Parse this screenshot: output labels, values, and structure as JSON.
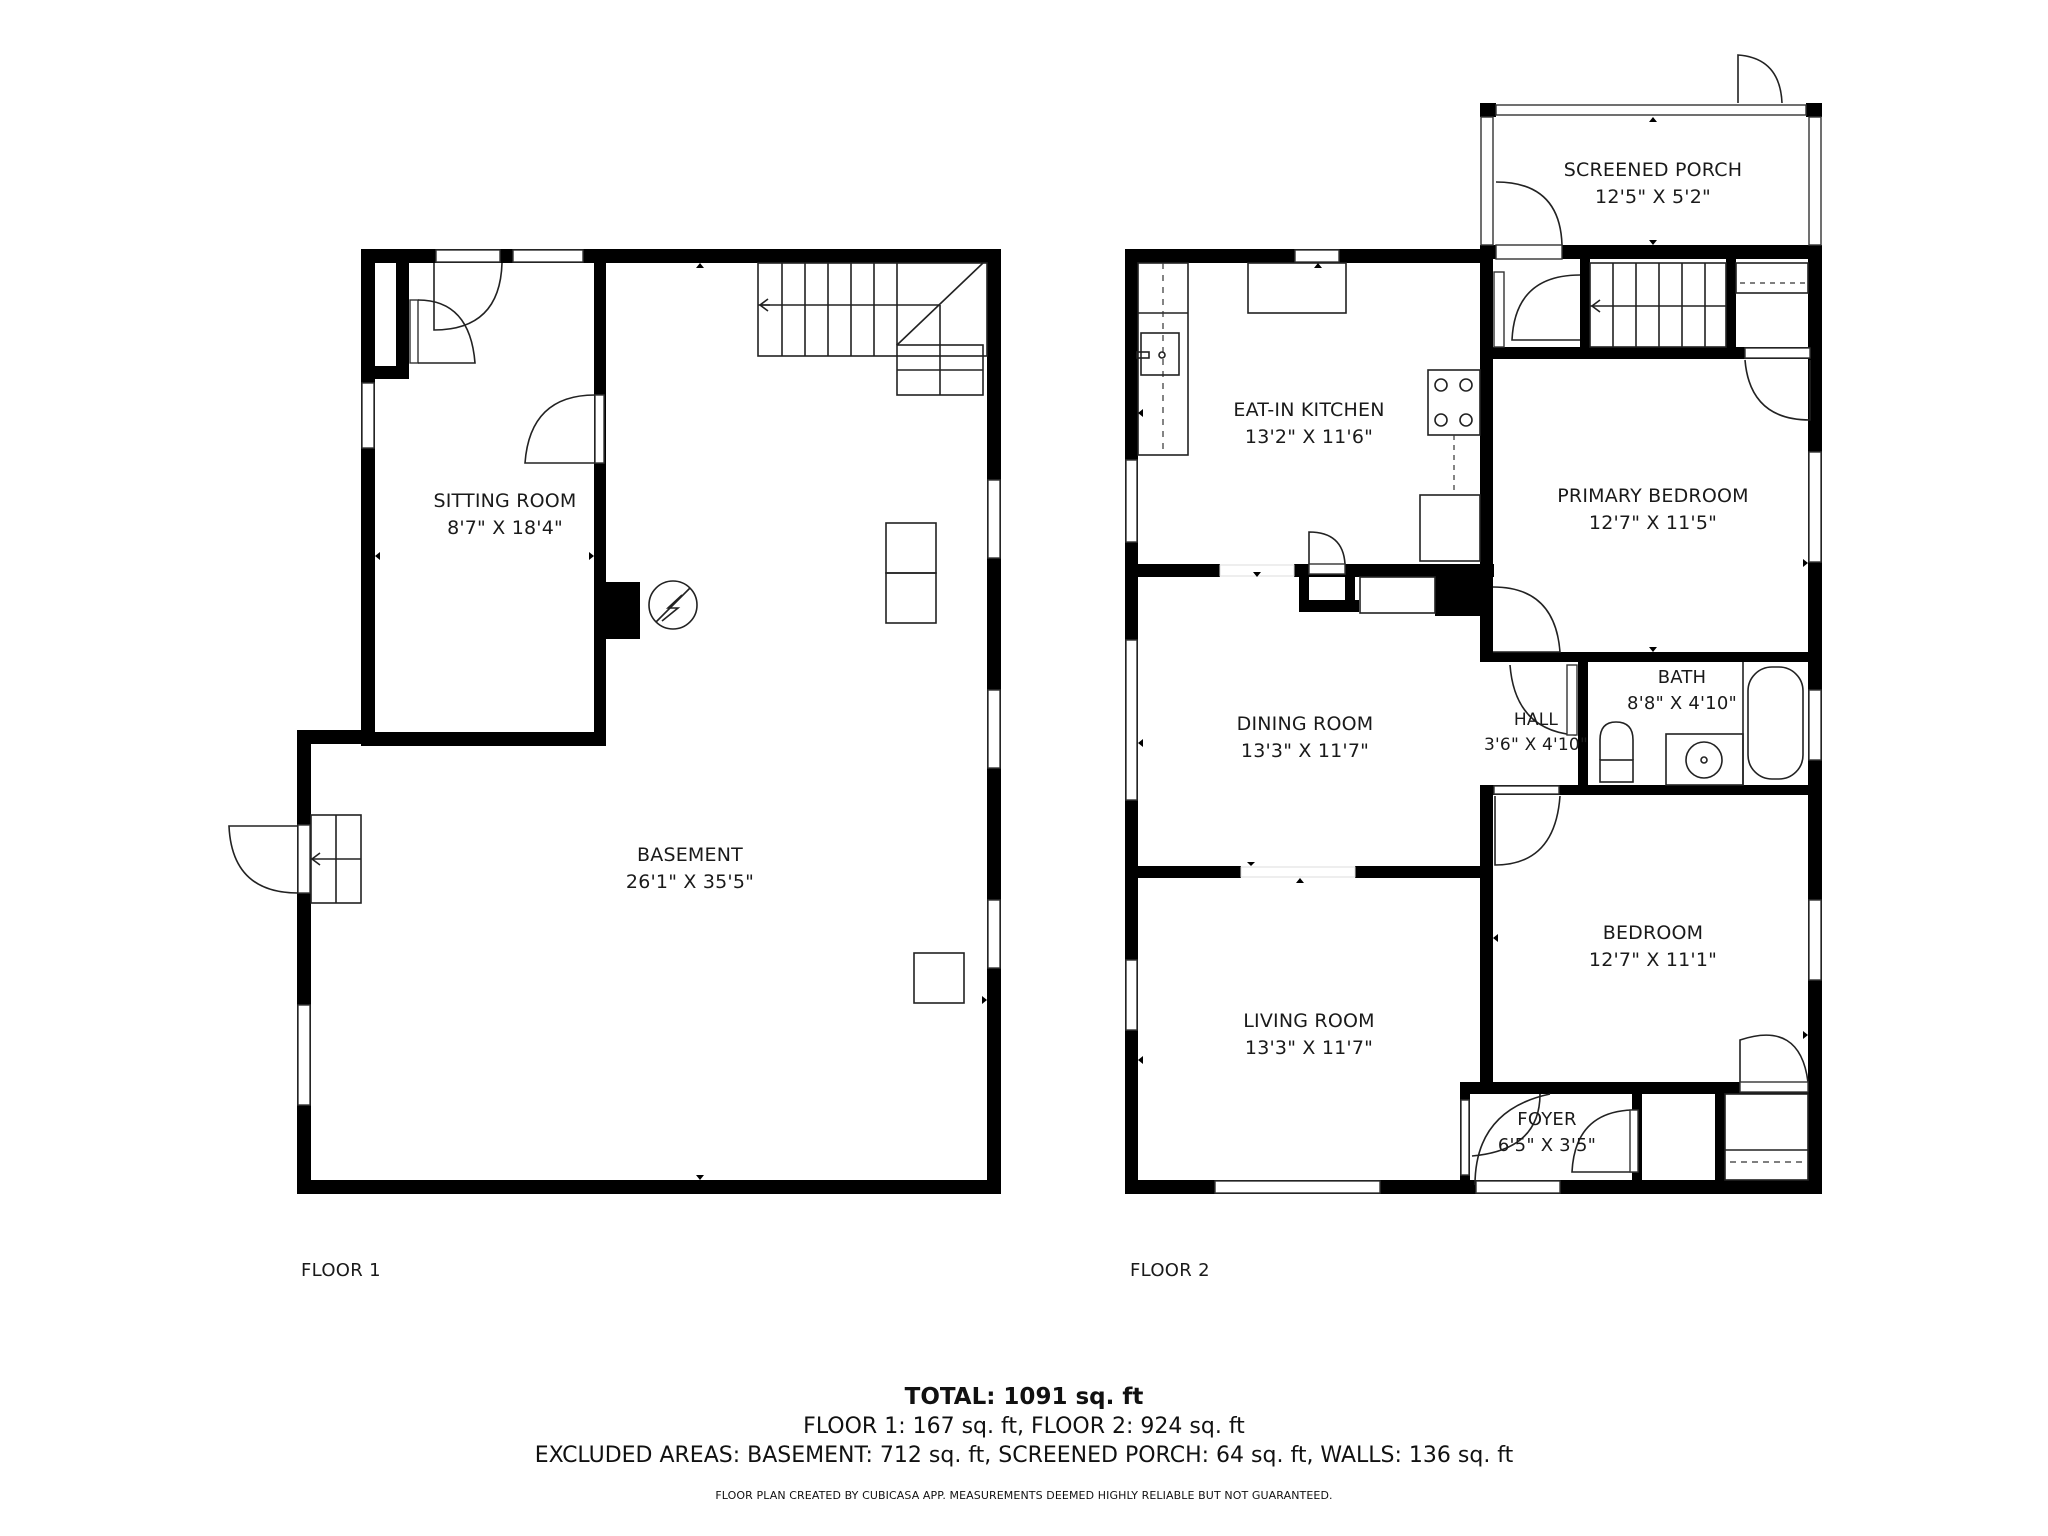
{
  "floors": [
    {
      "label": "FLOOR 1",
      "rooms": [
        {
          "name": "SITTING ROOM",
          "dims": "8'7\" X 18'4\""
        },
        {
          "name": "BASEMENT",
          "dims": "26'1\" X 35'5\""
        }
      ]
    },
    {
      "label": "FLOOR 2",
      "rooms": [
        {
          "name": "SCREENED PORCH",
          "dims": "12'5\" X 5'2\""
        },
        {
          "name": "EAT-IN KITCHEN",
          "dims": "13'2\" X 11'6\""
        },
        {
          "name": "PRIMARY BEDROOM",
          "dims": "12'7\" X 11'5\""
        },
        {
          "name": "DINING ROOM",
          "dims": "13'3\" X 11'7\""
        },
        {
          "name": "HALL",
          "dims": "3'6\" X 4'10\""
        },
        {
          "name": "BATH",
          "dims": "8'8\" X 4'10\""
        },
        {
          "name": "LIVING ROOM",
          "dims": "13'3\" X 11'7\""
        },
        {
          "name": "BEDROOM",
          "dims": "12'7\" X 11'1\""
        },
        {
          "name": "FOYER",
          "dims": "6'5\" X 3'5\""
        }
      ]
    }
  ],
  "summary": {
    "total": "TOTAL: 1091 sq. ft",
    "floors": "FLOOR 1: 167 sq. ft, FLOOR 2: 924 sq. ft",
    "excluded": "EXCLUDED AREAS: BASEMENT: 712 sq. ft, SCREENED PORCH: 64 sq. ft, WALLS: 136 sq. ft",
    "disclaimer": "FLOOR PLAN CREATED BY CUBICASA APP. MEASUREMENTS DEEMED HIGHLY RELIABLE BUT NOT GUARANTEED."
  },
  "icons": {
    "furnace": "furnace-icon",
    "stairs": "stairs-icon",
    "door": "door-swing-icon",
    "window": "window-icon"
  },
  "colors": {
    "wall": "#000000",
    "line": "#222222",
    "background": "#ffffff"
  }
}
